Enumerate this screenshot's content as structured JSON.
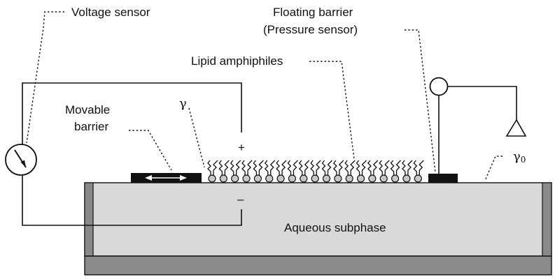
{
  "labels": {
    "voltage_sensor": "Voltage sensor",
    "floating_barrier_line1": "Floating barrier",
    "floating_barrier_line2": "(Pressure sensor)",
    "lipid_amphiphiles": "Lipid amphiphiles",
    "movable_barrier_line1": "Movable",
    "movable_barrier_line2": "barrier",
    "gamma": "γ",
    "gamma0_symbol": "γ",
    "gamma0_subscript": "0",
    "plus": "+",
    "minus": "–",
    "aqueous_subphase": "Aqueous subphase"
  },
  "icons": [
    "voltmeter-icon",
    "double-arrow-icon",
    "ground-triangle-icon",
    "lipid-molecule-icon"
  ],
  "colors": {
    "subphase": "#d9d9d9",
    "trough_wall": "#8a8a8a",
    "barrier": "#111111",
    "lipid_head": "#c8c8c8"
  }
}
